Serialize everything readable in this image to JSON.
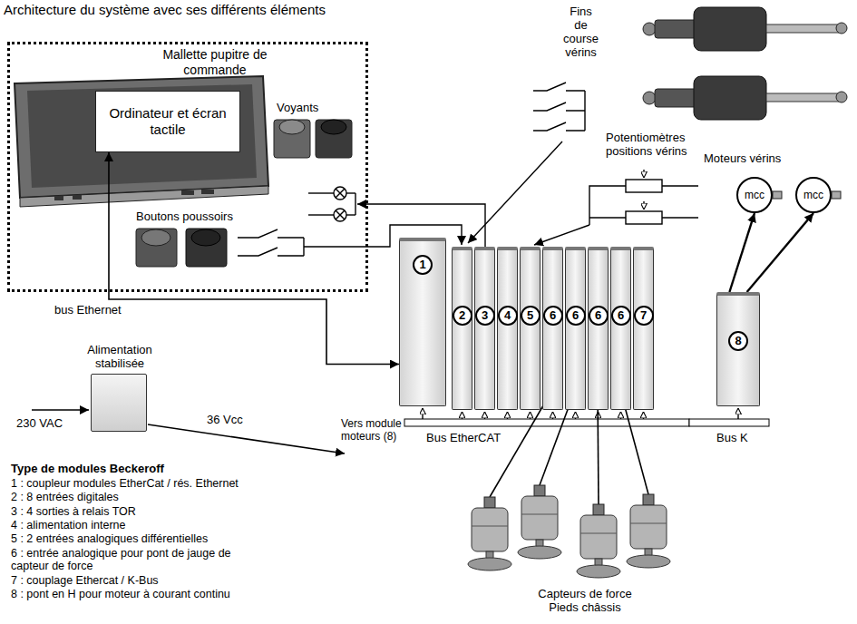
{
  "diagram": {
    "title": "Architecture du système avec ses différents éléments",
    "nodes": [
      {
        "text": [
          "Mallette pupitre de commande"
        ]
      },
      {
        "text": [
          "Ordinateur et écran tactile"
        ],
        "in": 0
      },
      {
        "text": [
          "Alimentation stabilisée"
        ]
      },
      {
        "text": [
          "1"
        ]
      },
      {
        "text": [
          "2"
        ]
      },
      {
        "text": [
          "3"
        ]
      },
      {
        "text": [
          "4"
        ]
      },
      {
        "text": [
          "5"
        ]
      },
      {
        "text": [
          "6"
        ]
      },
      {
        "text": [
          "6"
        ]
      },
      {
        "text": [
          "6"
        ]
      },
      {
        "text": [
          "6"
        ]
      },
      {
        "text": [
          "7"
        ]
      },
      {
        "text": [
          "8"
        ]
      },
      {
        "text": [
          "mcc"
        ]
      },
      {
        "text": [
          "mcc"
        ]
      }
    ],
    "edges": [
      {
        "from": 3,
        "to": 1,
        "arrow": "both",
        "label": "bus Ethernet"
      },
      {
        "from": 13,
        "to": 14,
        "arrow": "to"
      },
      {
        "from": 13,
        "to": 15,
        "arrow": "to"
      }
    ],
    "labels": [
      "Voyants",
      "Boutons poussoirs",
      "Fins de course vérins",
      "Potentiomètres positions vérins",
      "Moteurs vérins",
      "230 VAC",
      "36 Vcc",
      "Vers module moteurs (8)",
      "Bus EtherCAT",
      "Bus K",
      "Capteurs de force Pieds châssis",
      "Type de modules Beckeroff",
      "1 : coupleur modules EtherCat / rés. Ethernet",
      "2 : 8 entrées digitales",
      "3 : 4 sorties à relais TOR",
      "4 : alimentation interne",
      "5 : 2 entrées analogiques différentielles",
      "6 : entrée analogique pour pont de jauge de capteur de force",
      "7 : couplage Ethercat / K-Bus",
      "8 : pont en H pour moteur à courant continu"
    ]
  }
}
